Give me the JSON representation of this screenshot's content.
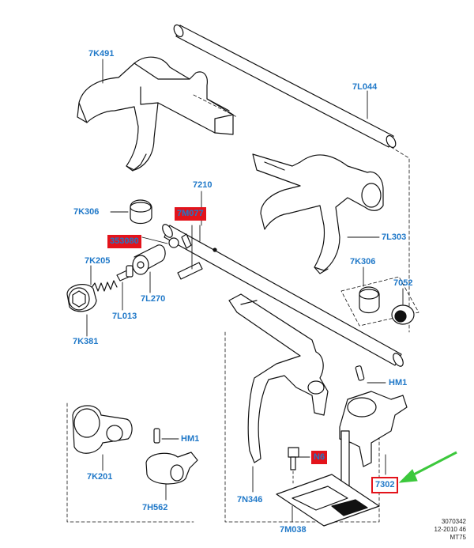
{
  "labels": {
    "p7K491": "7K491",
    "p7L044": "7L044",
    "p7210": "7210",
    "p7M077": "7M077",
    "p7K306a": "7K306",
    "p353080": "353080",
    "p7K205": "7K205",
    "p7L270": "7L270",
    "p7L013": "7L013",
    "p7K381": "7K381",
    "p7L303": "7L303",
    "p7K306b": "7K306",
    "p7052": "7052",
    "pHM1a": "HM1",
    "pHM1b": "HM1",
    "p7K201": "7K201",
    "p7H562": "7H562",
    "pN6": "N6",
    "p7N346": "7N346",
    "p7M038": "7M038",
    "p7302": "7302"
  },
  "reference": {
    "line1": "3070342",
    "line2": "12-2010 46",
    "line3": "MT75"
  },
  "colors": {
    "label_text": "#1f78c8",
    "highlight_fill": "#e3131b",
    "highlight_border": "#e3131b",
    "arrow": "#3cc83c"
  }
}
